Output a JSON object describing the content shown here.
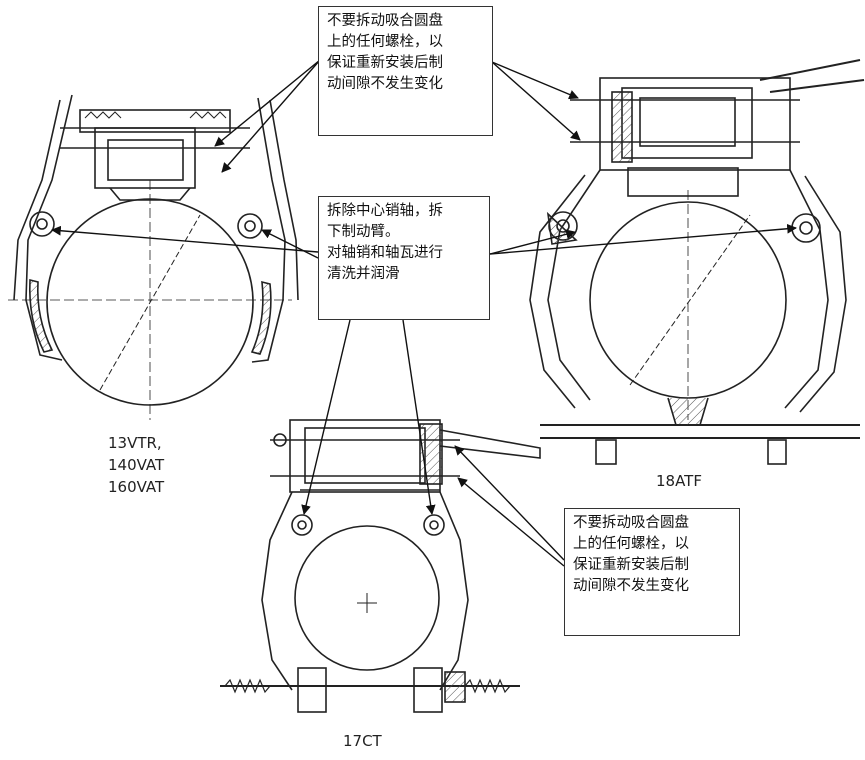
{
  "callouts": {
    "top_bolts": [
      "不要拆动吸合圆盘",
      "上的任何螺栓，以",
      "保证重新安装后制",
      "动间隙不发生变化"
    ],
    "center_pin": [
      "拆除中心销轴，拆",
      "下制动臂。",
      "对轴销和轴瓦进行",
      "清洗并润滑"
    ],
    "bottom_bolts": [
      "不要拆动吸合圆盘",
      "上的任何螺栓，以",
      "保证重新安装后制",
      "动间隙不发生变化"
    ]
  },
  "figures": {
    "left": [
      "13VTR,",
      "140VAT",
      "160VAT"
    ],
    "right": "18ATF",
    "bottom": "17CT"
  },
  "colors": {
    "line": "#222222",
    "hatch": "#555555",
    "paper": "#ffffff"
  }
}
